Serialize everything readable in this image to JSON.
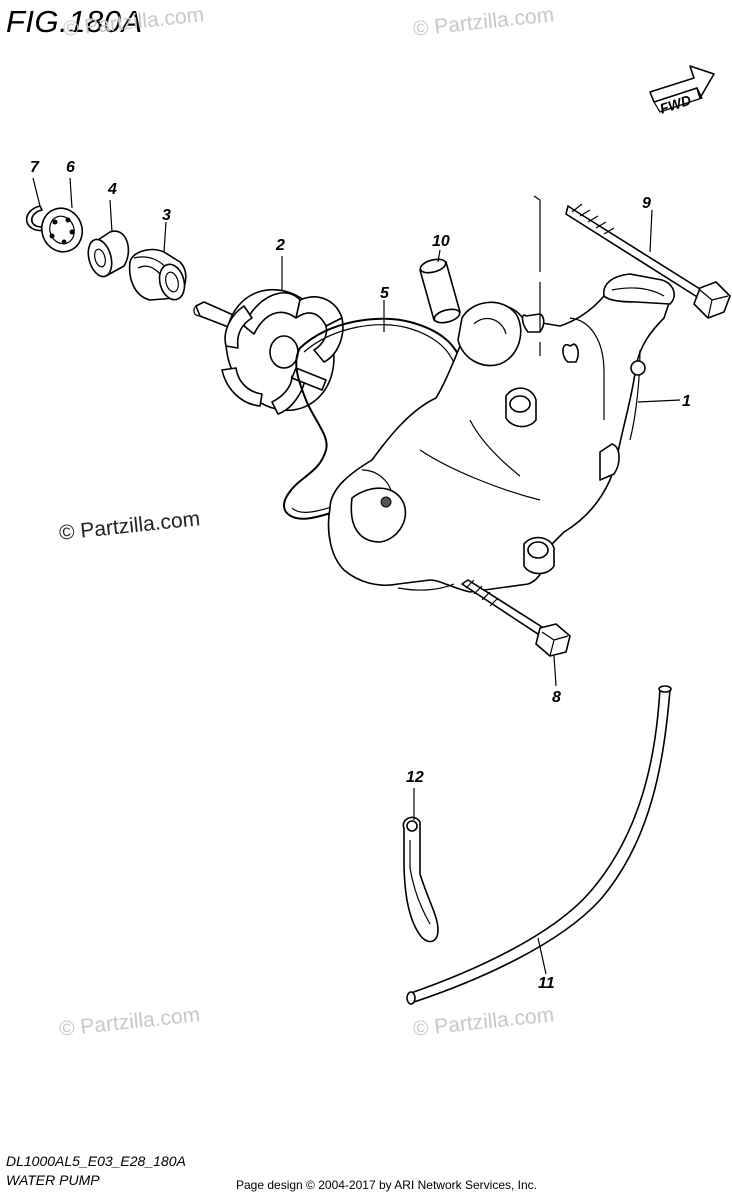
{
  "figure": {
    "title": "FIG.180A",
    "model_code": "DL1000AL5_E03_E28_180A",
    "diagram_name": "WATER PUMP",
    "page_credit": "Page design © 2004-2017 by ARI Network Services, Inc."
  },
  "watermark": "© Partzilla.com",
  "fwd_label": "FWD",
  "callouts": [
    "1",
    "2",
    "3",
    "4",
    "5",
    "6",
    "7",
    "8",
    "9",
    "10",
    "11",
    "12"
  ]
}
